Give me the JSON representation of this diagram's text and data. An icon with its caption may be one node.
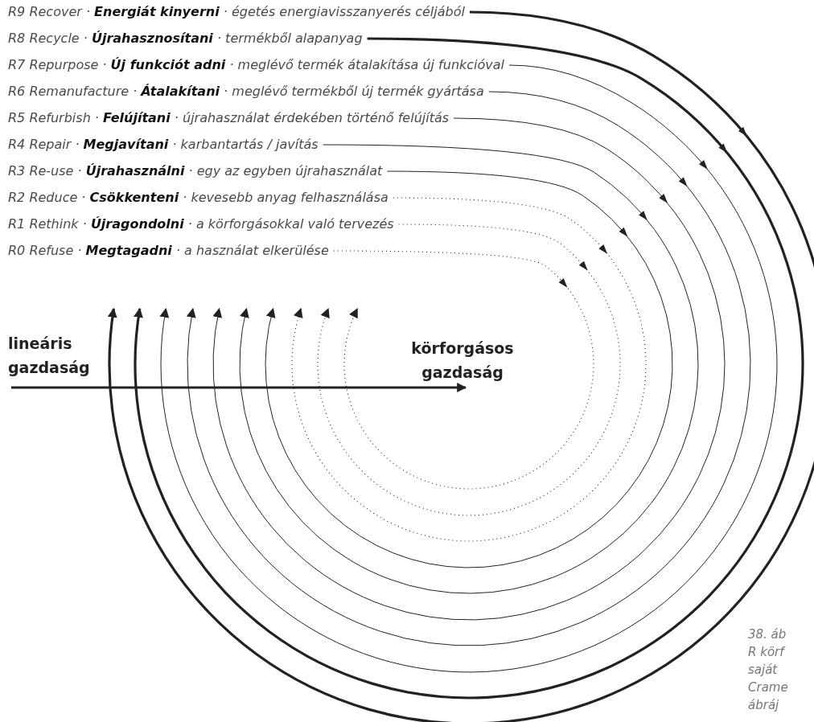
{
  "diagram": {
    "nodes": [
      {
        "text": [
          "R9 Recover · **Energiát kinyerni** · égetés energiavisszanyerés céljából"
        ]
      },
      {
        "text": [
          "R8 Recycle · **Újrahasznosítani** · termékből alapanyag"
        ]
      },
      {
        "text": [
          "R7 Repurpose · **Új funkciót adni** · meglévő termék átalakítása új funkcióval"
        ]
      },
      {
        "text": [
          "R6 Remanufacture · **Átalakítani** · meglévő termékből új termék gyártása"
        ]
      },
      {
        "text": [
          "R5 Refurbish · **Felújítani** · újrahasználat érdekében történő felújítás"
        ]
      },
      {
        "text": [
          "R4 Repair · **Megjavítani** · karbantartás / javítás"
        ]
      },
      {
        "text": [
          "R3 Re-use · **Újrahasználni** · egy az egyben újrahasználat"
        ]
      },
      {
        "text": [
          "R2 Reduce · **Csökkenteni** · kevesebb anyag felhasználása"
        ]
      },
      {
        "text": [
          "R1 Rethink · **Újragondolni** · a körforgásokkal való tervezés"
        ]
      },
      {
        "text": [
          "R0 Refuse · **Megtagadni** · a használat elkerülése"
        ]
      },
      {
        "text": [
          "lineáris gazdaság"
        ]
      },
      {
        "text": [
          "körforgásos gazdaság"
        ]
      }
    ],
    "edges": [
      {
        "from": 0,
        "to": null,
        "arrow": "to",
        "style": "thick"
      },
      {
        "from": 1,
        "to": null,
        "arrow": "to",
        "style": "thick"
      },
      {
        "from": 2,
        "to": null,
        "arrow": "to"
      },
      {
        "from": 3,
        "to": null,
        "arrow": "to"
      },
      {
        "from": 4,
        "to": null,
        "arrow": "to"
      },
      {
        "from": 5,
        "to": null,
        "arrow": "to"
      },
      {
        "from": 6,
        "to": null,
        "arrow": "to"
      },
      {
        "from": 7,
        "to": null,
        "arrow": "to",
        "style": "dashed"
      },
      {
        "from": 8,
        "to": null,
        "arrow": "to",
        "style": "dashed"
      },
      {
        "from": 9,
        "to": null,
        "arrow": "to",
        "style": "dashed"
      },
      {
        "from": 10,
        "to": 11,
        "arrow": "to",
        "style": "thick"
      }
    ],
    "labels": [
      "38. áb",
      "R körf",
      "saját",
      "Crame",
      "ábráj"
    ]
  }
}
